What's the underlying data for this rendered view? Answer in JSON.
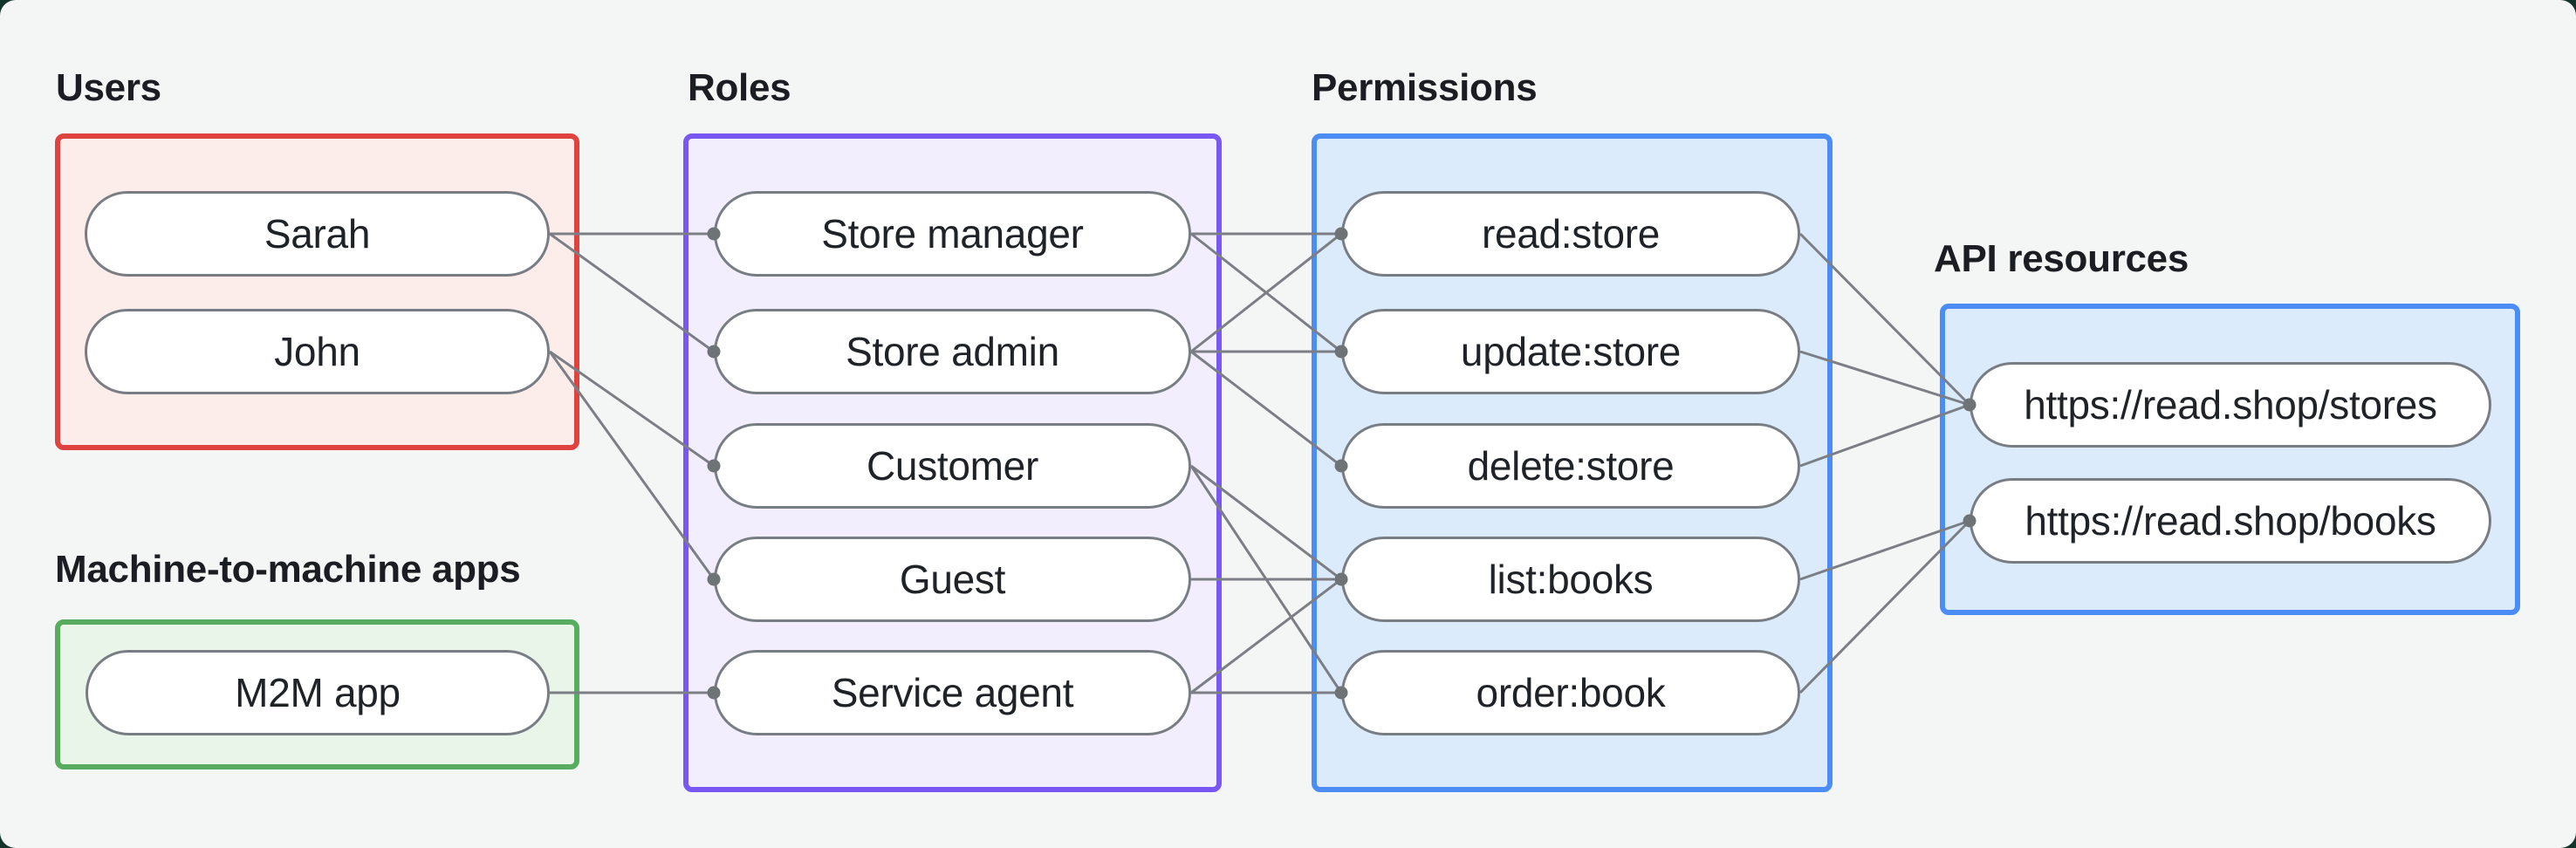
{
  "page": {
    "background_color": "#f4f6f5",
    "outer_background_color": "#14332a"
  },
  "groups": {
    "users": {
      "label": "Users",
      "border_color": "#e0433f",
      "fill_color": "#fcecea"
    },
    "m2m": {
      "label": "Machine-to-machine apps",
      "border_color": "#57ac5f",
      "fill_color": "#e9f5e9"
    },
    "roles": {
      "label": "Roles",
      "border_color": "#7857f2",
      "fill_color": "#f3eefd"
    },
    "permissions": {
      "label": "Permissions",
      "border_color": "#4b8df5",
      "fill_color": "#dcebfb"
    },
    "api": {
      "label": "API resources",
      "border_color": "#4b8df5",
      "fill_color": "#dcebfb"
    }
  },
  "nodes": {
    "sarah": {
      "label": "Sarah"
    },
    "john": {
      "label": "John"
    },
    "m2m_app": {
      "label": "M2M app"
    },
    "store_manager": {
      "label": "Store manager"
    },
    "store_admin": {
      "label": "Store admin"
    },
    "customer": {
      "label": "Customer"
    },
    "guest": {
      "label": "Guest"
    },
    "service_agent": {
      "label": "Service agent"
    },
    "read_store": {
      "label": "read:store"
    },
    "update_store": {
      "label": "update:store"
    },
    "delete_store": {
      "label": "delete:store"
    },
    "list_books": {
      "label": "list:books"
    },
    "order_book": {
      "label": "order:book"
    },
    "stores_api": {
      "label": "https://read.shop/stores"
    },
    "books_api": {
      "label": "https://read.shop/books"
    }
  },
  "edges": [
    {
      "from": "sarah",
      "to": "store_manager"
    },
    {
      "from": "sarah",
      "to": "store_admin"
    },
    {
      "from": "john",
      "to": "customer"
    },
    {
      "from": "john",
      "to": "guest"
    },
    {
      "from": "m2m_app",
      "to": "service_agent"
    },
    {
      "from": "store_manager",
      "to": "read_store"
    },
    {
      "from": "store_manager",
      "to": "update_store"
    },
    {
      "from": "store_admin",
      "to": "read_store"
    },
    {
      "from": "store_admin",
      "to": "update_store"
    },
    {
      "from": "store_admin",
      "to": "delete_store"
    },
    {
      "from": "customer",
      "to": "list_books"
    },
    {
      "from": "customer",
      "to": "order_book"
    },
    {
      "from": "guest",
      "to": "list_books"
    },
    {
      "from": "service_agent",
      "to": "list_books"
    },
    {
      "from": "service_agent",
      "to": "order_book"
    },
    {
      "from": "read_store",
      "to": "stores_api"
    },
    {
      "from": "update_store",
      "to": "stores_api"
    },
    {
      "from": "delete_store",
      "to": "stores_api"
    },
    {
      "from": "list_books",
      "to": "books_api"
    },
    {
      "from": "order_book",
      "to": "books_api"
    }
  ],
  "style": {
    "edge_color": "#7b7f85",
    "edge_width": 3,
    "dot_color": "#6e7378",
    "dot_radius": 7.5,
    "pill_border_color": "#787d84",
    "pill_fill_color": "#ffffff",
    "text_color": "#1f2227",
    "label_color": "#1a1d21"
  }
}
